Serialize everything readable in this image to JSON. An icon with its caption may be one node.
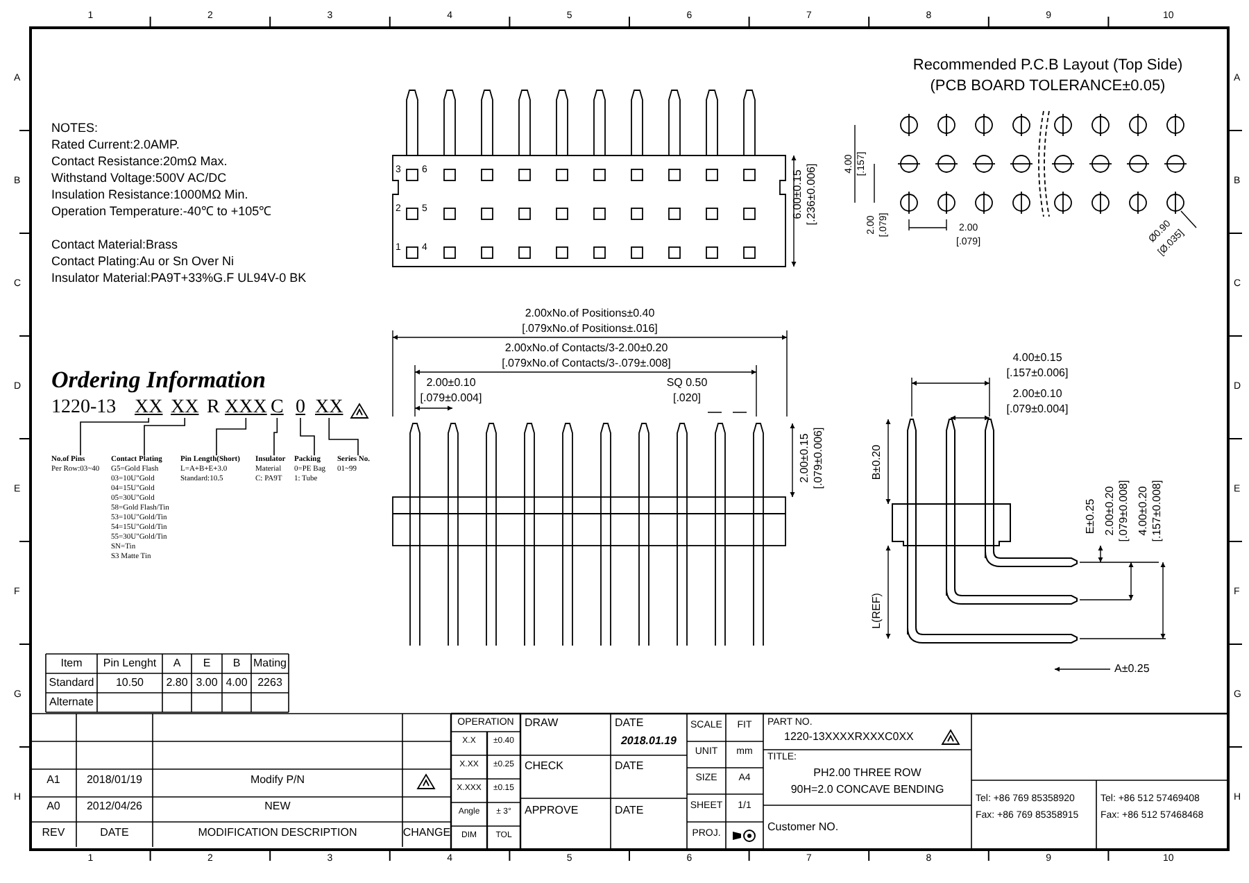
{
  "diagram": {
    "nodes": [
      {
        "text": [
          "1220-13"
        ]
      },
      {
        "text": [
          "XX"
        ]
      },
      {
        "text": [
          "XX"
        ]
      },
      {
        "text": [
          "R"
        ]
      },
      {
        "text": [
          "XXX"
        ]
      },
      {
        "text": [
          "C"
        ]
      },
      {
        "text": [
          "0"
        ]
      },
      {
        "text": [
          "XX"
        ]
      },
      {
        "text": [
          "No.of Pins",
          "Per Row:03~40"
        ]
      },
      {
        "text": [
          "Contact Plating",
          "G5=Gold Flash",
          "03=10U\"Gold",
          "04=15U\"Gold",
          "05=30U\"Gold",
          "58=Gold Flash/Tin",
          "53=10U\"Gold/Tin",
          "54=15U\"Gold/Tin",
          "55=30U\"Gold/Tin",
          "SN=Tin",
          "S3 Matte Tin"
        ]
      },
      {
        "text": [
          "Pin Length(Short)",
          "L=A+B+E+3.0",
          "Standard:10.5"
        ]
      },
      {
        "text": [
          "Insulator",
          "Material",
          "C: PA9T"
        ]
      },
      {
        "text": [
          "Packing",
          "0=PE Bag",
          "1: Tube"
        ]
      },
      {
        "text": [
          "Series No.",
          "01~99"
        ]
      }
    ],
    "edges": [
      {
        "from": 1,
        "to": 8,
        "arrow": "none"
      },
      {
        "from": 2,
        "to": 9,
        "arrow": "none"
      },
      {
        "from": 4,
        "to": 10,
        "arrow": "none"
      },
      {
        "from": 5,
        "to": 11,
        "arrow": "none"
      },
      {
        "from": 6,
        "to": 12,
        "arrow": "none"
      },
      {
        "from": 7,
        "to": 13,
        "arrow": "none"
      }
    ],
    "labels": [
      "NOTES:",
      "Rated Current:2.0AMP.",
      "Contact Resistance:20mΩ Max.",
      "Withstand Voltage:500V AC/DC",
      "Insulation Resistance:1000MΩ Min.",
      "Operation Temperature:-40℃ to +105℃",
      "Contact Material:Brass",
      "Contact Plating:Au or Sn Over Ni",
      "Insulator Material:PA9T+33%G.F UL94V-0 BK",
      "Ordering Information",
      "Item",
      "Pin Lenght",
      "A",
      "E",
      "B",
      "Mating",
      "Standard",
      "10.50",
      "2.80",
      "3.00",
      "4.00",
      "2263",
      "Alternate",
      "A1",
      "2018/01/19",
      "Modify P/N",
      "A0",
      "2012/04/26",
      "NEW",
      "REV",
      "DATE",
      "MODIFICATION DESCRIPTION",
      "CHANGE",
      "OPERATION",
      "X.X",
      "±0.40",
      "X.XX",
      "±0.25",
      "X.XXX",
      "±0.15",
      "Angle",
      "± 3°",
      "DIM",
      "TOL",
      "DRAW",
      "DATE",
      "2018.01.19",
      "CHECK",
      "DATE",
      "APPROVE",
      "DATE",
      "SCALE",
      "FIT",
      "UNIT",
      "mm",
      "SIZE",
      "A4",
      "SHEET",
      "1/1",
      "PROJ.",
      "PART NO.",
      "1220-13XXXXRXXXC0XX",
      "TITLE:",
      "PH2.00 THREE ROW",
      "90H=2.0 CONCAVE BENDING",
      "Customer NO.",
      "Tel: +86 769 85358920",
      "Fax: +86 769 85358915",
      "Tel: +86 512 57469408",
      "Fax: +86 512 57468468",
      "6.00±0.15",
      "[.236±0.006]",
      "2.00xNo.of Positions±0.40",
      "[.079xNo.of Positions±.016]",
      "2.00xNo.of Contacts/3-2.00±0.20",
      "[.079xNo.of Contacts/3-.079±.008]",
      "2.00±0.10",
      "[.079±0.004]",
      "SQ 0.50",
      "[.020]",
      "2.00±0.15",
      "[.079±0.006]",
      "4.00±0.15",
      "[.157±0.006]",
      "2.00±0.10",
      "[.079±0.004]",
      "B±0.20",
      "E±0.25",
      "2.00±0.20",
      "[.079±0.008]",
      "4.00±0.20",
      "[.157±0.008]",
      "L(REF)",
      "A±0.25",
      "Recommended P.C.B Layout (Top Side)",
      "(PCB BOARD TOLERANCE±0.05)",
      "4.00",
      "[.157]",
      "2.00",
      "[.079]",
      "2.00",
      "[.079]",
      "Ø0.90",
      "[Ø.035]",
      "3",
      "6",
      "2",
      "5",
      "1",
      "4",
      "1",
      "2",
      "3",
      "4",
      "5",
      "6",
      "7",
      "8",
      "9",
      "10",
      "1",
      "2",
      "3",
      "4",
      "5",
      "6",
      "7",
      "8",
      "9",
      "10",
      "A",
      "B",
      "C",
      "D",
      "E",
      "F",
      "G",
      "H",
      "A",
      "B",
      "C",
      "D",
      "E",
      "F",
      "G",
      "H"
    ]
  }
}
